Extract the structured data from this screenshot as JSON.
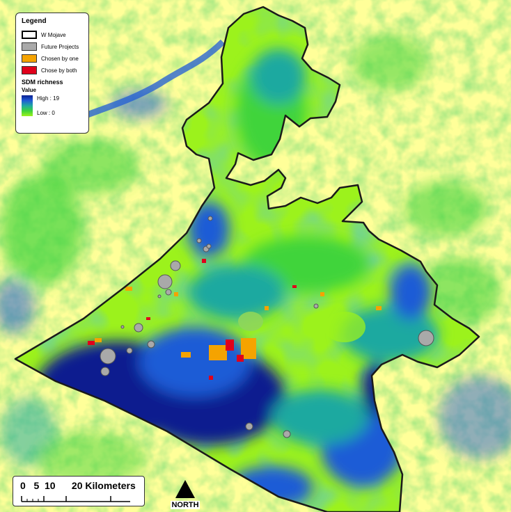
{
  "legend": {
    "title": "Legend",
    "items": [
      {
        "label": "W Mojave",
        "color": "#ffffff",
        "border": "#000000"
      },
      {
        "label": "Future Projects",
        "color": "#a9a9a9",
        "border": "#555555"
      },
      {
        "label": "Chosen by one",
        "color": "#f5a300",
        "border": "#b37600"
      },
      {
        "label": "Chose by both",
        "color": "#e0001b",
        "border": "#8a0010"
      }
    ],
    "raster_title": "SDM richness",
    "value_label": "Value",
    "high_label": "High : 19",
    "low_label": "Low : 0"
  },
  "scale": {
    "label": "0   5  10      20 Kilometers"
  },
  "north": {
    "label": "NORTH"
  },
  "colors": {
    "background": "#ffff99",
    "low": "#9cf21c",
    "mid": "#3fd43a",
    "teal": "#1fa9a0",
    "blue": "#1f5bd6",
    "high": "#0a1f8f",
    "boundary": "#1a1a1a"
  }
}
